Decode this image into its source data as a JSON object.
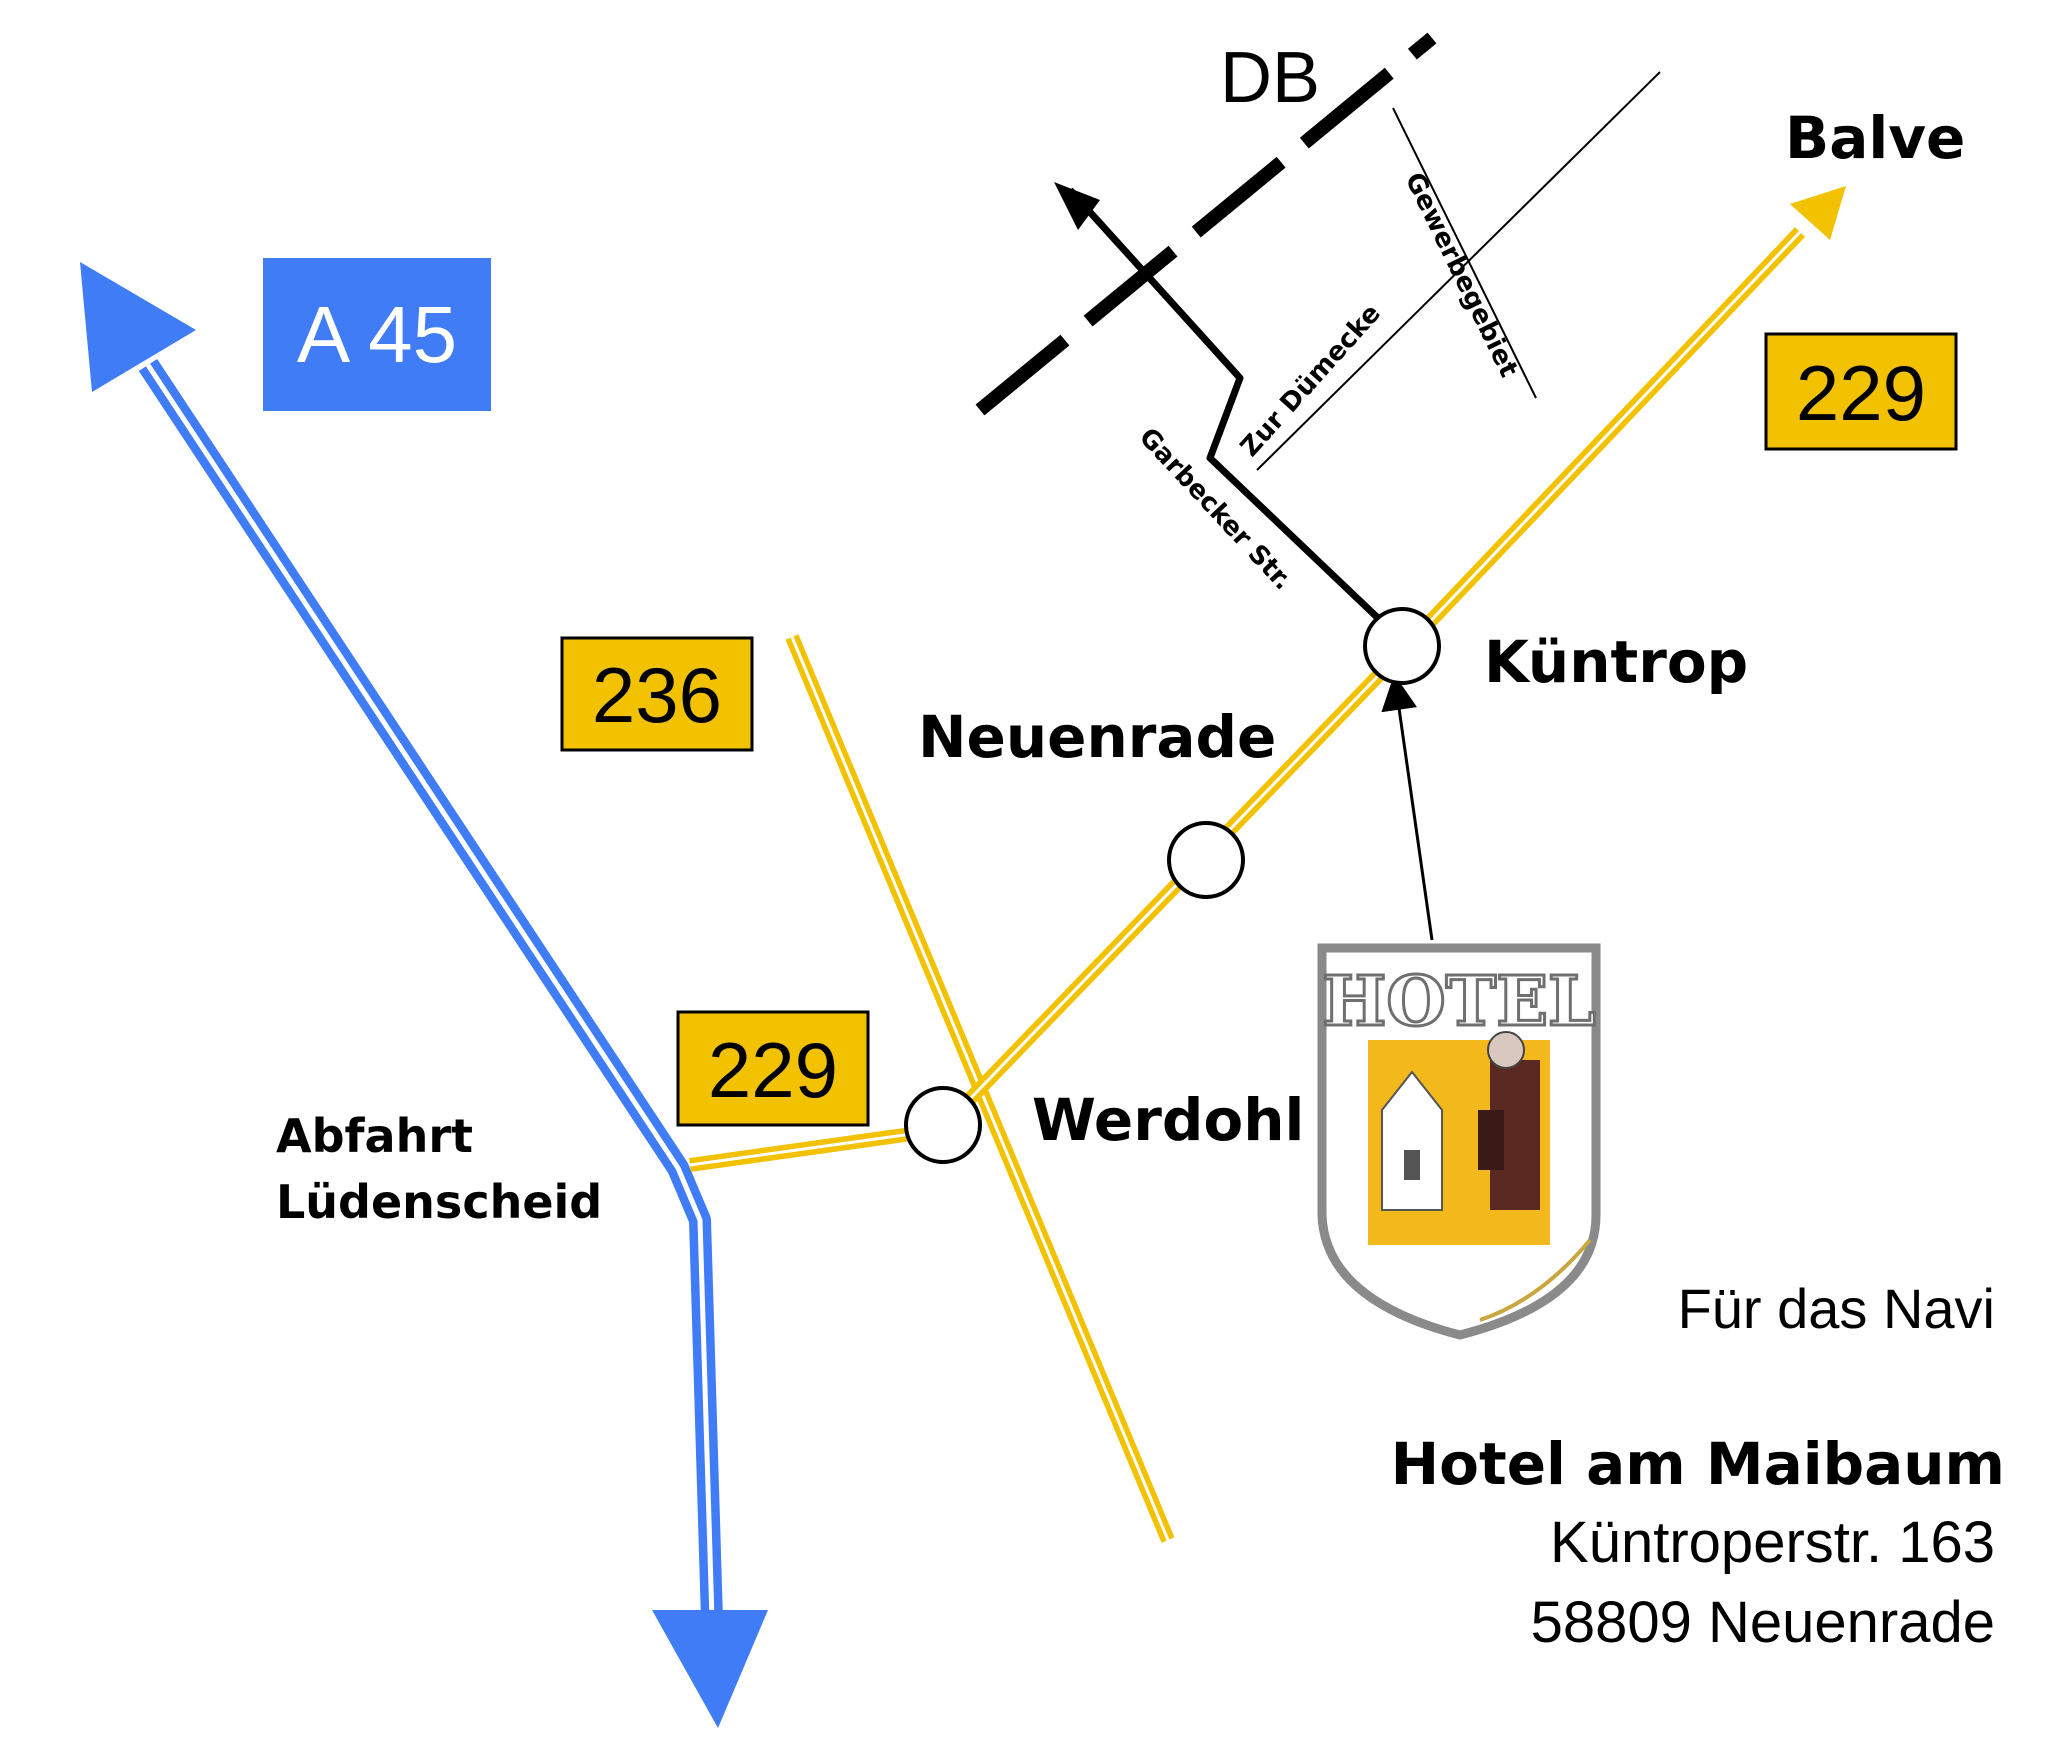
{
  "map": {
    "motorway_shield": {
      "label": "A 45",
      "color": "#3f7cf5"
    },
    "rail_label": "DB",
    "road_color": "#f2c200",
    "route_shields": {
      "b229_north": "229",
      "b236": "236",
      "b229_south": "229"
    },
    "places": {
      "balve": "Balve",
      "kuentrop": "Küntrop",
      "neuenrade": "Neuenrade",
      "werdohl": "Werdohl",
      "exit_line1": "Abfahrt",
      "exit_line2": "Lüdenscheid"
    },
    "streets": {
      "zur_dunnecke": "Zur Dümecke",
      "garbecker": "Garbecker Str.",
      "gewerbe": "Gewerbegebiet"
    },
    "logo": {
      "name": "hotel-logo",
      "text": "HOTEL"
    },
    "navi_label": "Für das Navi",
    "address": {
      "hotel_name": "Hotel am Maibaum",
      "street": "Küntroperstr. 163",
      "city": "58809 Neuenrade"
    }
  }
}
